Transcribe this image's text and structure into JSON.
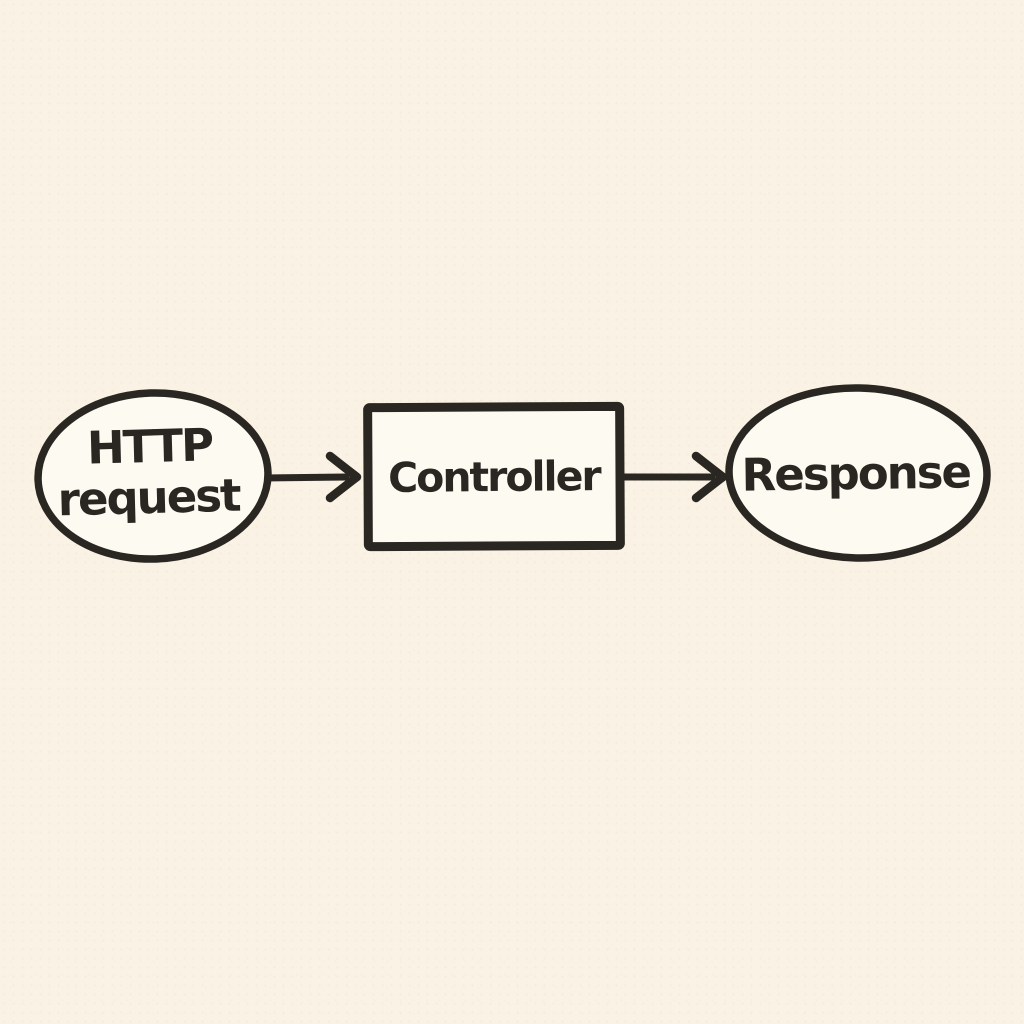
{
  "canvas": {
    "background_color": "#faf2e4",
    "ink_color": "#2a2722",
    "shape_fill_color": "#fdfaf2",
    "style": "hand-drawn sketch"
  },
  "diagram": {
    "type": "flow",
    "direction": "left-to-right",
    "nodes": [
      {
        "id": "http-request",
        "shape": "ellipse",
        "lines": [
          "HTTP",
          "request"
        ]
      },
      {
        "id": "controller",
        "shape": "rect",
        "lines": [
          "Controller"
        ]
      },
      {
        "id": "response",
        "shape": "ellipse",
        "lines": [
          "Response"
        ]
      }
    ],
    "edges": [
      {
        "from": "http-request",
        "to": "controller",
        "arrow": "chevron"
      },
      {
        "from": "controller",
        "to": "response",
        "arrow": "chevron"
      }
    ]
  }
}
